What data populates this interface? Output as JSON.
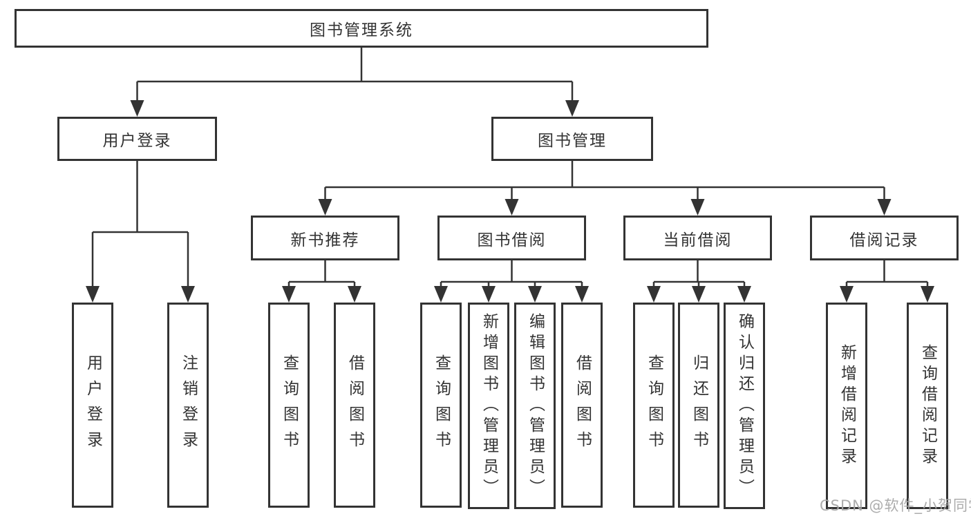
{
  "diagram": {
    "root": "图书管理系统",
    "level1": [
      "用户登录",
      "图书管理"
    ],
    "level2": [
      "新书推荐",
      "图书借阅",
      "当前借阅",
      "借阅记录"
    ],
    "leaves": [
      "用户登录",
      "注销登录",
      "查询图书",
      "借阅图书",
      "查询图书",
      "新增图书（管理员）",
      "编辑图书（管理员）",
      "借阅图书",
      "查询图书",
      "归还图书",
      "确认归还（管理员）",
      "新增借阅记录",
      "查询借阅记录"
    ]
  },
  "watermark": "CSDN @软件_小贺同学",
  "colors": {
    "line": "#333333",
    "box_border": "#333333",
    "box_fill": "#ffffff",
    "text": "#333333",
    "watermark": "#a8a8a8",
    "background": "#ffffff"
  }
}
